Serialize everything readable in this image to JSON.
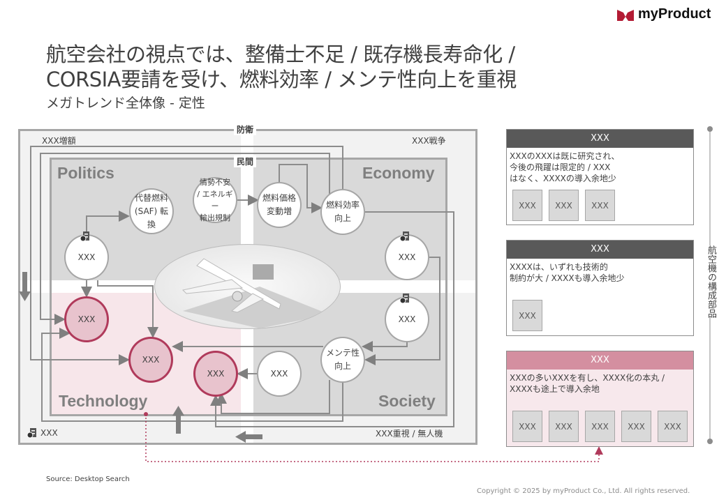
{
  "brand": {
    "name": "myProduct",
    "accent": "#b31b34"
  },
  "title": "航空会社の視点では、整備士不足 / 既存機長寿命化 /\nCORSIA要請を受け、燃料効率 / メンテ性向上を重視",
  "subtitle": "メガトレンド全体像 - 定性",
  "diagram": {
    "outer_tag": "防衛",
    "inner_tag": "民間",
    "corner_labels": {
      "top_left": "XXX増額",
      "top_right": "XXX戦争",
      "bottom_left": "XXX",
      "bottom_right": "XXX重視 / 無人機"
    },
    "quadrants": {
      "politics": "Politics",
      "economy": "Economy",
      "technology": "Technology",
      "society": "Society"
    },
    "nodes": {
      "saf": "代替燃料\n(SAF) 転換",
      "unrest": "情勢不安\n/ エネルギー\n輸出規制",
      "fuel_price": "燃料価格\n変動増",
      "fuel_eff": "燃料効率\n向上",
      "left_xxx": "XXX",
      "right_xxx1": "XXX",
      "right_xxx2": "XXX",
      "pink1": "XXX",
      "pink2": "XXX",
      "pink3": "XXX",
      "white_xxx": "XXX",
      "maint": "メンテ性\n向上"
    }
  },
  "panels": [
    {
      "header": "XXX",
      "text": "XXXのXXXは既に研究され、\n今後の飛躍は限定的 / XXX\nはなく、XXXXの導入余地少",
      "boxes": [
        "XXX",
        "XXX",
        "XXX"
      ]
    },
    {
      "header": "XXX",
      "text": "XXXXは、いずれも技術的\n制約が大 / XXXXも導入余地少",
      "boxes": [
        "XXX"
      ]
    },
    {
      "header": "XXX",
      "text": "XXXの多いXXXを有し、XXXX化の本丸 /\nXXXXも途上で導入余地",
      "boxes": [
        "XXX",
        "XXX",
        "XXX",
        "XXX",
        "XXX"
      ]
    }
  ],
  "side_label": "航空機の構成部品",
  "source": "Source: Desktop Search",
  "copyright": "Copyright © 2025 by myProduct Co., Ltd.  All rights reserved.",
  "colors": {
    "dark_header": "#595959",
    "pink_header": "#d48fa0",
    "pink_fill": "#f7e8ec",
    "highlight": "#b03a5b"
  }
}
